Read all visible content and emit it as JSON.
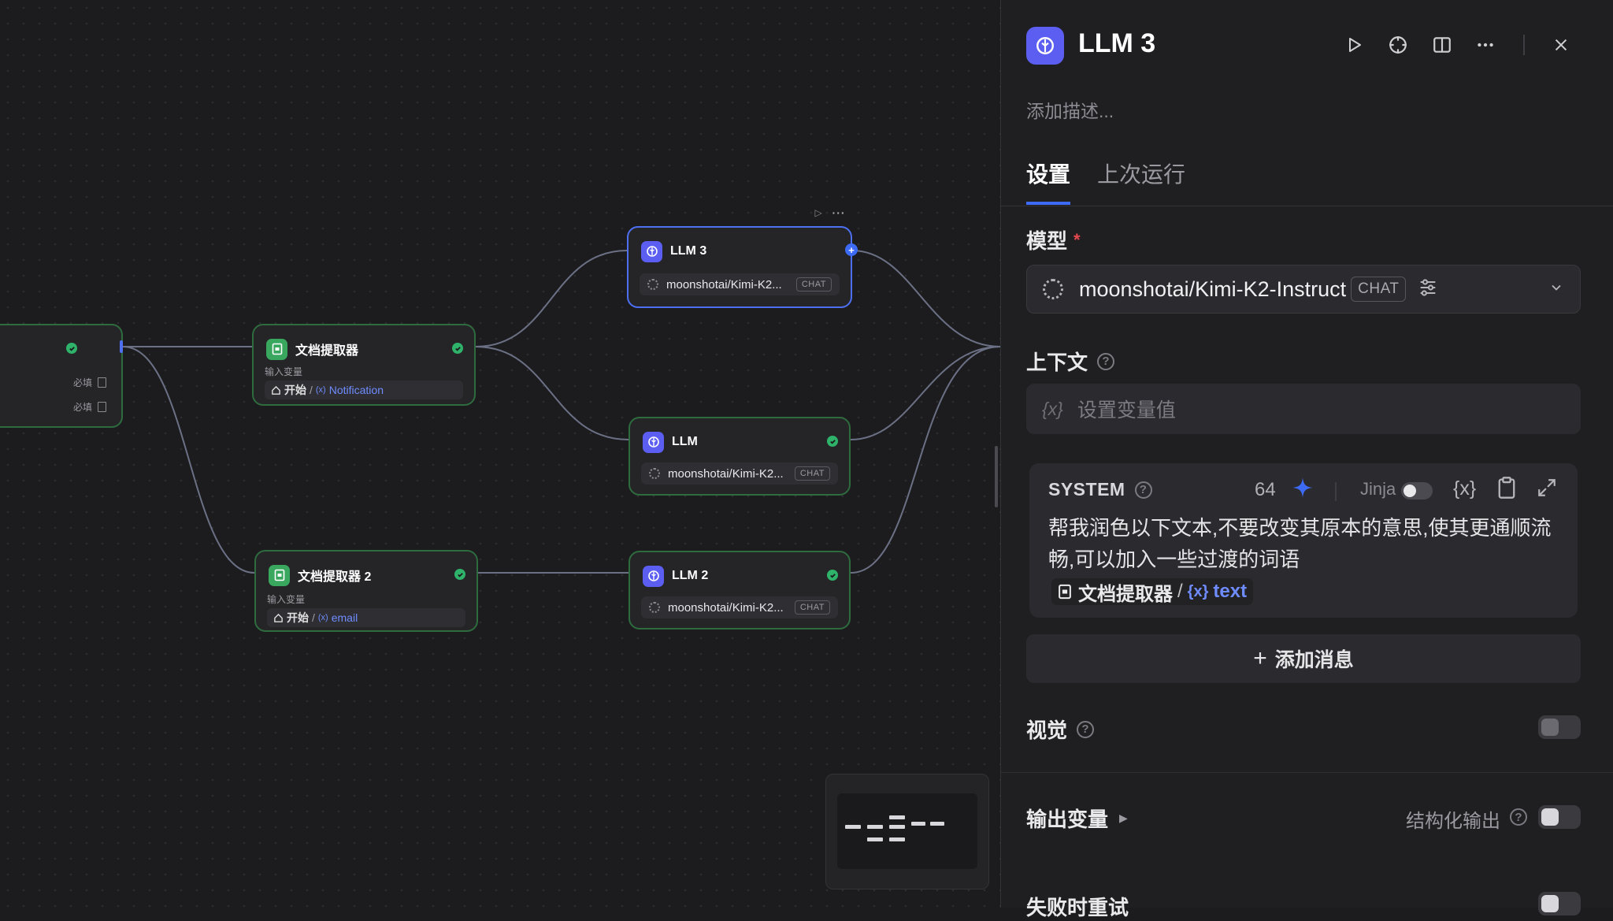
{
  "canvas": {
    "left_node": {
      "req1": "必填",
      "req2": "必填"
    },
    "doc1": {
      "title": "文档提取器",
      "input_label": "输入变量",
      "src": "开始",
      "sep": "/",
      "var": "Notification"
    },
    "doc2": {
      "title": "文档提取器 2",
      "input_label": "输入变量",
      "src": "开始",
      "sep": "/",
      "var": "email"
    },
    "llm3": {
      "title": "LLM 3",
      "model": "moonshotai/Kimi-K2...",
      "badge": "CHAT"
    },
    "llm": {
      "title": "LLM",
      "model": "moonshotai/Kimi-K2...",
      "badge": "CHAT"
    },
    "llm2": {
      "title": "LLM 2",
      "model": "moonshotai/Kimi-K2...",
      "badge": "CHAT"
    },
    "var_icon_text": "(x)"
  },
  "panel": {
    "title": "LLM 3",
    "description_placeholder": "添加描述...",
    "tabs": [
      "设置",
      "上次运行"
    ],
    "model_label": "模型",
    "required_mark": "*",
    "model_name": "moonshotai/Kimi-K2-Instruct",
    "model_badge": "CHAT",
    "context_label": "上下文",
    "context_brace": "{x}",
    "context_placeholder": "设置变量值",
    "system": {
      "label": "SYSTEM",
      "count": "64",
      "jinja": "Jinja",
      "text": "帮我润色以下文本,不要改变其原本的意思,使其更通顺流畅,可以加入一些过渡的词语",
      "chip_src": "文档提取器",
      "chip_sep": "/",
      "chip_var": "text",
      "chip_var_icon": "{x}"
    },
    "add_message": "添加消息",
    "add_plus": "+",
    "vision_label": "视觉",
    "output_label": "输出变量",
    "structured_label": "结构化输出",
    "retry_label": "失败时重试"
  },
  "colors": {
    "accent": "#3d6bf5",
    "llm_icon": "#5b5ef0",
    "doc_icon": "#3aa75f",
    "success": "#2fb36a"
  }
}
